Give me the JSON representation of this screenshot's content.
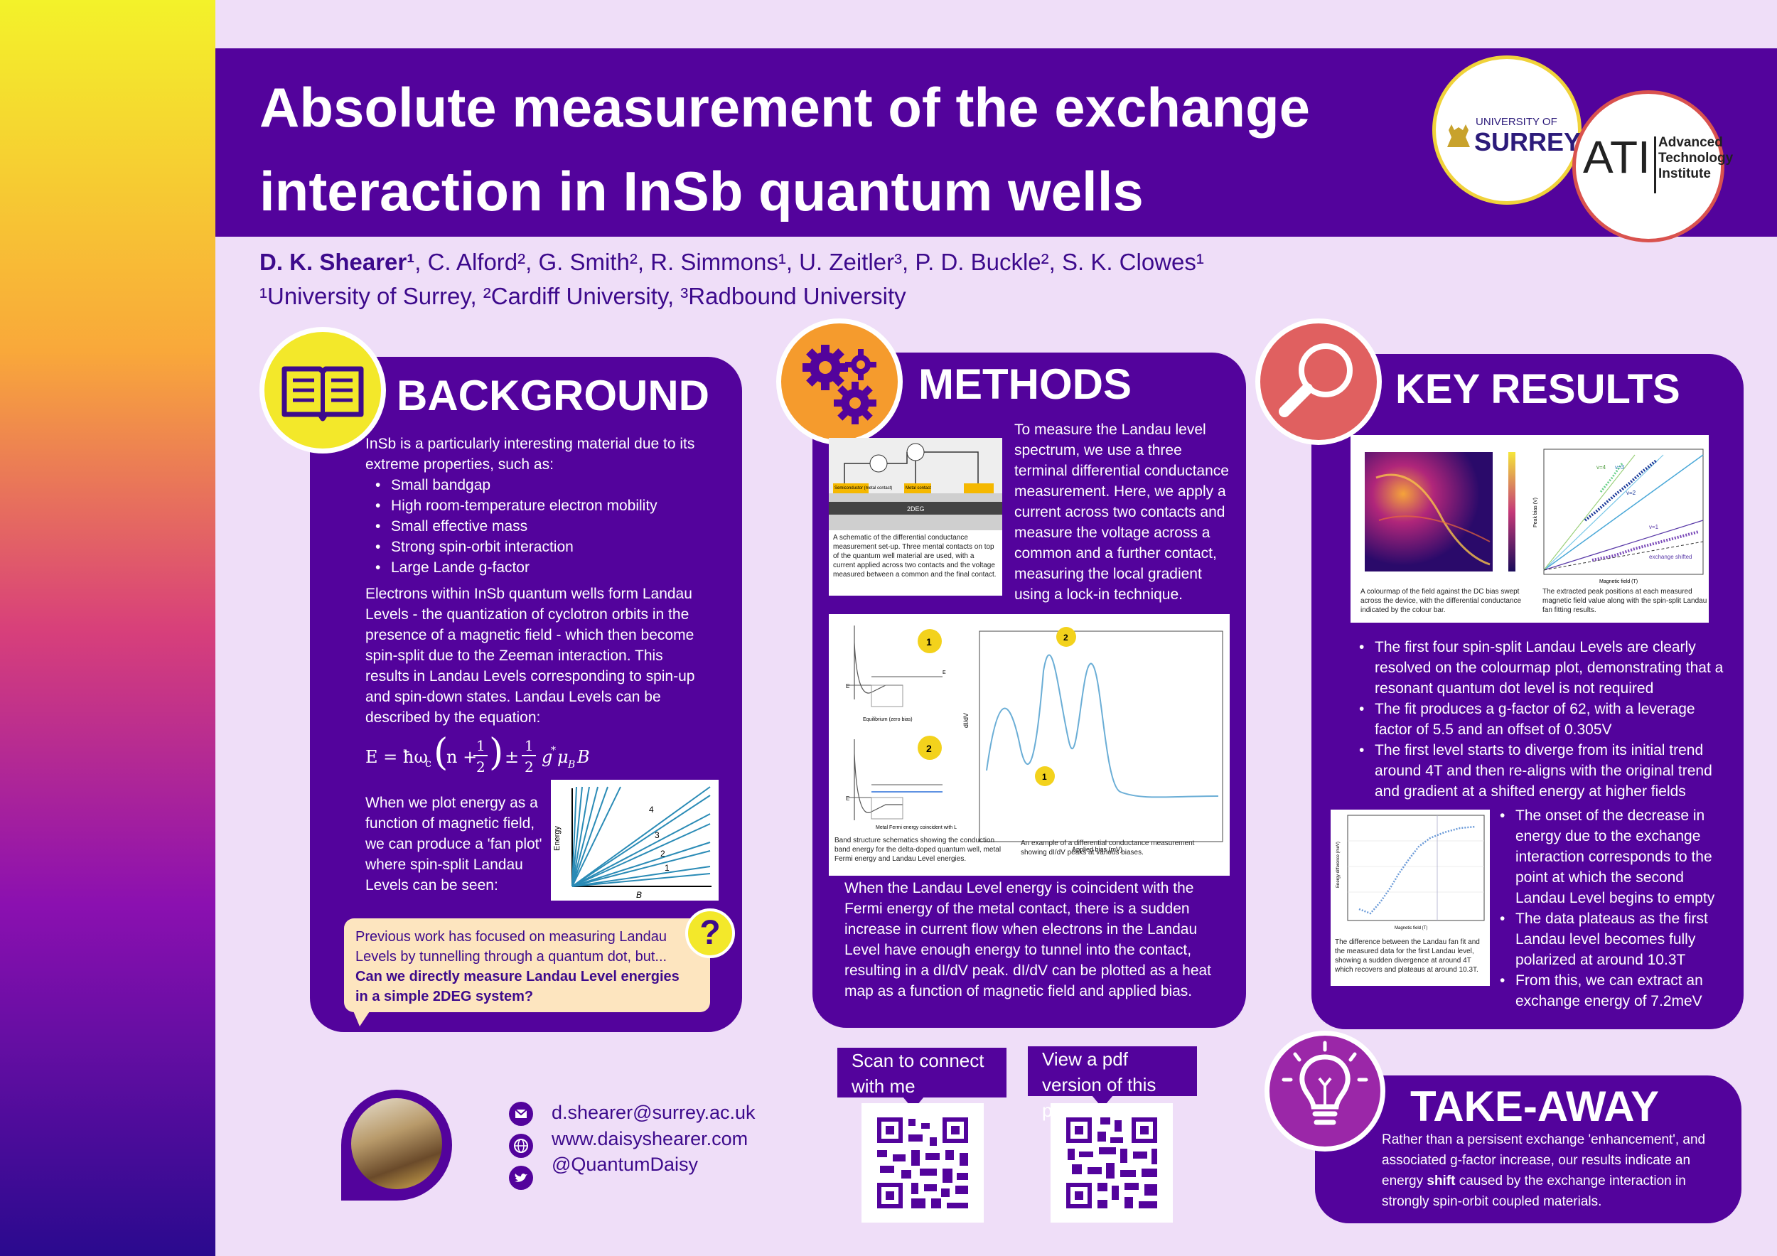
{
  "title": {
    "line1": "Absolute measurement of the exchange",
    "line2": "interaction in InSb quantum wells"
  },
  "logos": {
    "surrey_top": "UNIVERSITY OF",
    "surrey_main": "SURREY",
    "ati_mark": "ATI",
    "ati_line1": "Advanced",
    "ati_line2": "Technology",
    "ati_line3": "Institute"
  },
  "authors": {
    "lead": "D. K. Shearer¹",
    "rest": ", C. Alford², G. Smith², R. Simmons¹, U. Zeitler³, P. D. Buckle², S. K. Clowes¹",
    "affiliations": "¹University of Surrey, ²Cardiff University, ³Radbound University"
  },
  "background": {
    "heading": "BACKGROUND",
    "intro": "InSb is a particularly interesting material  due to its extreme properties, such as:",
    "bullets": [
      "Small bandgap",
      "High room-temperature electron mobility",
      "Small effective mass",
      "Strong spin-orbit interaction",
      "Large Lande g-factor"
    ],
    "para2": "Electrons within InSb quantum wells form Landau Levels - the quantization of cyclotron orbits in the presence of a magnetic field - which then become spin-split due to the Zeeman interaction. This results in Landau Levels corresponding to spin-up and spin-down states. Landau Levels can be described by the equation:",
    "para3": "When we plot energy as a function of magnetic field, we can produce a 'fan plot' where spin-split Landau Levels can be seen:",
    "fan_ylabel": "Energy",
    "fan_xlabel": "B",
    "fan_labels": [
      "4",
      "3",
      "2",
      "1"
    ],
    "callout_text": "Previous work has focused on measuring Landau Levels by tunnelling through a quantum dot, but...",
    "callout_bold": "Can we directly measure Landau Level energies in a simple 2DEG system?",
    "callout_icon": "?"
  },
  "methods": {
    "heading": "METHODS",
    "para1": "To measure the Landau level spectrum, we use a three terminal differential conductance measurement. Here, we apply a current across two contacts and measure the voltage across a common and a further contact, measuring the local gradient using a lock-in technique.",
    "schematic_label_2deg": "2DEG",
    "schematic_label_contact1": "Semiconductor (metal contact)",
    "schematic_label_contact2": "Metal contact",
    "schematic_caption": "A schematic of the differential conductance measurement set-up. Three mental contacts on top of the quantum well material are used, with a current applied across two contacts and the voltage measured between a common and the final contact.",
    "band_label_eq": "Equilibrium (zero bias)",
    "band_label_fermi": "Metal Fermi energy coincident with L",
    "band_caption": "Band structure schematics showing the conduction band energy for the delta-doped quantum well, metal Fermi energy and Landau Level energies.",
    "plot_ylabel": "dI/dV",
    "plot_xlabel": "Applied bias (mV)",
    "plot_caption": "An example of a differential conductance measurement showing dI/dV peaks at various biases.",
    "marker1": "1",
    "marker2": "2",
    "para2": "When the Landau Level energy is coincident with the Fermi energy of the metal contact, there is a sudden increase in current flow when electrons in the Landau Level have enough energy to tunnel into the contact, resulting in a dI/dV peak. dI/dV can be plotted as a heat map as a function of  magnetic field and applied bias."
  },
  "results": {
    "heading": "KEY RESULTS",
    "cmap_caption": "A colourmap of the field against the DC bias swept across the device, with the differential conductance indicated by the colour bar.",
    "fit_caption": "The extracted peak positions at each measured magnetic field value along with the spin-split Landau fan fitting results.",
    "fit_ylabel": "Peak bias (V)",
    "fit_xlabel": "Magnetic field (T)",
    "fit_labels": [
      "v=4",
      "v=3",
      "v=2",
      "v=1",
      "exchange shifted"
    ],
    "bullets1": [
      "The first four spin-split Landau Levels are clearly resolved on the colourmap plot, demonstrating that a resonant quantum dot level is not required",
      "The fit produces a g-factor of 62, with a leverage factor of 5.5 and an offset of 0.305V",
      "The first level starts to diverge from its initial trend around 4T and then re-aligns with the original trend and gradient at a shifted energy at higher fields"
    ],
    "diff_caption": "The difference between the Landau fan fit and the measured data for the first Landau level, showing a sudden divergence at around 4T which recovers and plateaus at around 10.3T.",
    "diff_xlabel": "Magnetic field (T)",
    "diff_ylabel": "Energy difference (meV)",
    "bullets2": [
      "The onset of the decrease in energy due to the exchange interaction corresponds to the point at which the second Landau Level begins to empty",
      "The data plateaus as the first Landau level becomes fully polarized at around 10.3T",
      "From this, we can extract an exchange energy of 7.2meV"
    ]
  },
  "takeaway": {
    "heading": "TAKE-AWAY",
    "text_a": "Rather than a persisent exchange 'enhancement', and associated g-factor increase, our results indicate an energy ",
    "text_bold": "shift",
    "text_b": " caused by the exchange interaction in strongly spin-orbit coupled materials."
  },
  "contact": {
    "email": "d.shearer@surrey.ac.uk",
    "website": "www.daisyshearer.com",
    "twitter": "@QuantumDaisy",
    "qr1_label": "Scan to connect with me",
    "qr2_label": "View a pdf version of this poster"
  },
  "colors": {
    "purple": "#53039c",
    "lavender": "#efdef8",
    "yellow": "#f3e82a",
    "orange": "#f59b2d",
    "coral": "#e06060",
    "magenta": "#9b27a8"
  }
}
